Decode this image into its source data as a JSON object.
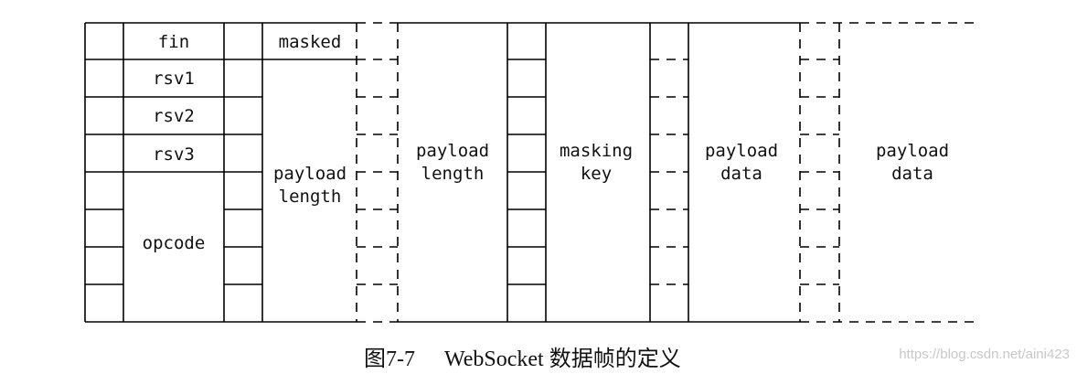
{
  "frame": {
    "labels": {
      "fin": "fin",
      "rsv1": "rsv1",
      "rsv2": "rsv2",
      "rsv3": "rsv3",
      "opcode": "opcode",
      "masked": "masked",
      "payload_length": [
        "payload",
        "length"
      ],
      "extended_payload_length": [
        "payload",
        "length"
      ],
      "masking_key": [
        "masking",
        "key"
      ],
      "payload_data": [
        "payload",
        "data"
      ],
      "payload_data_extended": [
        "payload",
        "data"
      ]
    }
  },
  "caption": {
    "figure": "图7-7",
    "title": "WebSocket 数据帧的定义"
  },
  "watermark": "https://blog.csdn.net/aini423"
}
